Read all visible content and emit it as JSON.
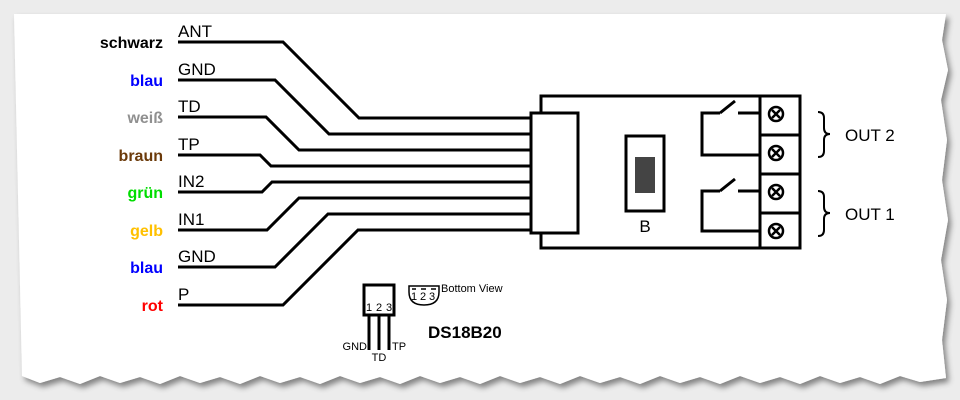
{
  "wires": [
    {
      "color_name": "schwarz",
      "color": "#000000",
      "signal": "ANT"
    },
    {
      "color_name": "blau",
      "color": "#0000ff",
      "signal": "GND"
    },
    {
      "color_name": "weiß",
      "color": "#909090",
      "signal": "TD"
    },
    {
      "color_name": "braun",
      "color": "#6b3a0a",
      "signal": "TP"
    },
    {
      "color_name": "grün",
      "color": "#00dd00",
      "signal": "IN2"
    },
    {
      "color_name": "gelb",
      "color": "#ffc000",
      "signal": "IN1"
    },
    {
      "color_name": "blau",
      "color": "#0000ff",
      "signal": "GND"
    },
    {
      "color_name": "rot",
      "color": "#ff0000",
      "signal": "P"
    }
  ],
  "board": {
    "switch_label": "B",
    "out2": "OUT 2",
    "out1": "OUT 1"
  },
  "sensor": {
    "name": "DS18B20",
    "bottom_view": "Bottom View",
    "pin_numbers": [
      "1",
      "2",
      "3"
    ],
    "pins": {
      "gnd": "GND",
      "td": "TD",
      "tp": "TP"
    }
  }
}
